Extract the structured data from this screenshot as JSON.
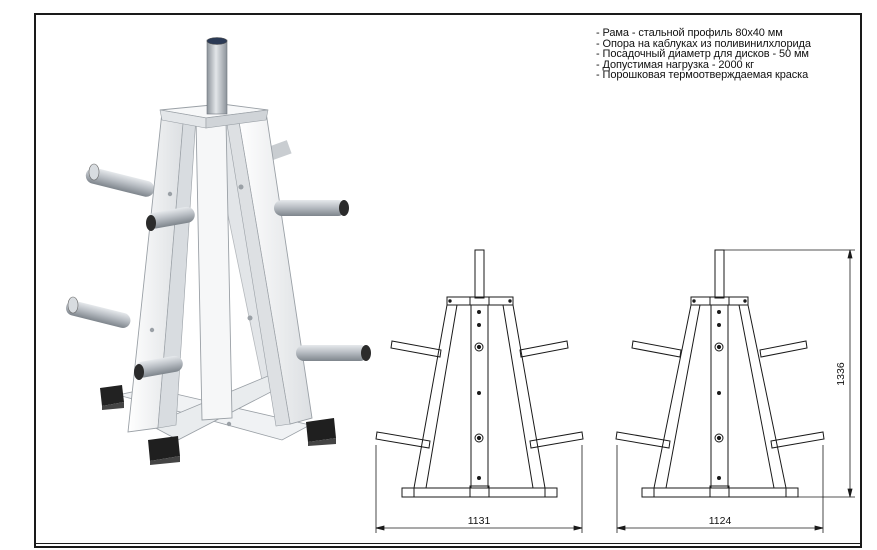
{
  "specs": [
    "- Рама - стальной профиль 80х40 мм",
    "- Опора на каблуках из поливинилхлорида",
    "- Посадочный диаметр для дисков - 50 мм",
    "- Допустимая нагрузка - 2000 кг",
    "- Порошковая термоотверждаемая краска"
  ],
  "dimensions": {
    "front_width": "1131",
    "side_width": "1124",
    "height": "1336"
  },
  "colors": {
    "frame": "#f2f2f2",
    "outline": "#1a1a1a",
    "steel": "#b9bec4",
    "feet": "#1c1c1c"
  }
}
